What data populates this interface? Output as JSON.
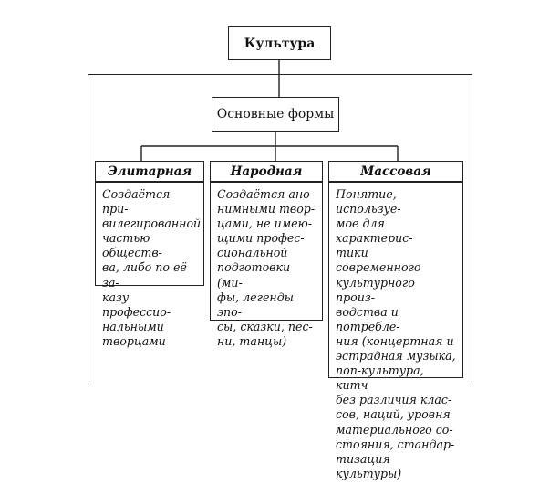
{
  "diagram": {
    "title": "Культура",
    "subtitle": "Основные формы",
    "columns": [
      {
        "header": "Элитарная",
        "text": "Создаётся при-\nвилегированной\nчастью обществ-\nва, либо по её за-\nказу профессио-\nнальными\nтворцами"
      },
      {
        "header": "Народная",
        "text": "Создаётся ано-\nнимными твор-\nцами, не имею-\nщими профес-\nсиональной\nподготовки (ми-\nфы, легенды эпо-\nсы, сказки, пес-\nни, танцы)"
      },
      {
        "header": "Массовая",
        "text": "Понятие, используе-\nмое для характерис-\nтики современного\nкультурного произ-\nводства и потребле-\nния (концертная и\nэстрадная музыка,\nпоп-культура, китч\nбез различия клас-\nсов, наций, уровня\nматериального со-\nстояния, стандар-\nтизация культуры)"
      }
    ]
  }
}
